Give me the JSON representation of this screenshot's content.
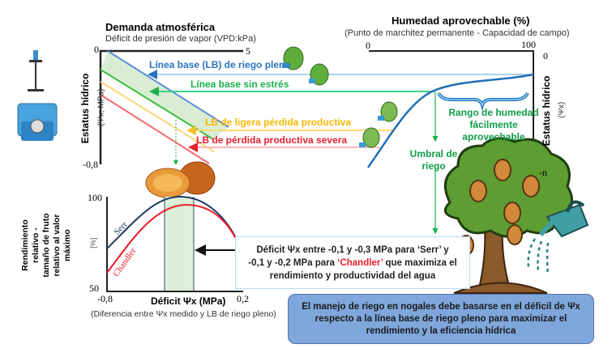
{
  "top_left": {
    "title": "Demanda atmosférica",
    "subtitle": "Déficit de presión de vapor (VPD:kPa)",
    "x_min": "0",
    "x_max": "5",
    "y_min": "-0,8",
    "y_title": "Estatus hídrico",
    "y_unit": "(Ψx; MPa)"
  },
  "lines": {
    "full": "Línea base (LB) de riego pleno",
    "nostress": "Línea base sin estrés",
    "slight": "LB de ligera pérdida productiva",
    "severe": "LB de pérdida productiva severa"
  },
  "top_right": {
    "title": "Humedad aprovechable (%)",
    "subtitle": "(Punto de marchitez permanente - Capacidad de campo)",
    "x_min": "0",
    "x_max": "100",
    "y_top": "0",
    "y_bottom": "-n",
    "y_title": "Estatus hídrico",
    "y_unit": "(Ψx)",
    "range_label": "Rango de humedad fácilmente aprovechable",
    "threshold_label": "Umbral de riego"
  },
  "bottom": {
    "y_max": "100",
    "y_min": "50",
    "x_min": "-0,8",
    "x_max": "0,2",
    "x_title": "Déficit Ψx (MPa)",
    "x_subtitle": "(Diferencia entre Ψx medido y LB de riego pleno)",
    "y_title_1": "Rendimiento",
    "y_title_2": "relativo -",
    "y_title_3": "tamaño de fruto",
    "y_title_4": "relativo al valor",
    "y_title_5": "máximo",
    "y_unit": "[%]",
    "series_serr": "Serr",
    "series_chandler": "Chandler"
  },
  "note": {
    "part1": "Déficit Ψx entre -0,1 y -0,3 MPa para ‘Serr’ y",
    "part2": "-0,1 y -0,2 MPa para ",
    "part2_red": "‘Chandler’",
    "part2_end": " que maximiza el",
    "part3": "rendimiento y productividad del agua"
  },
  "conclusion": "El manejo de riego en nogales debe basarse en el déficil de Ψx respecto a la línea base de riego pleno para maximizar el rendimiento y la eficiencia hídrica",
  "colors": {
    "blue": "#2a74c0",
    "green": "#19b24b",
    "yellow": "#f6c22a",
    "red": "#e8202f",
    "box": "#7fa7dc",
    "label_green": "#0f9d48"
  }
}
